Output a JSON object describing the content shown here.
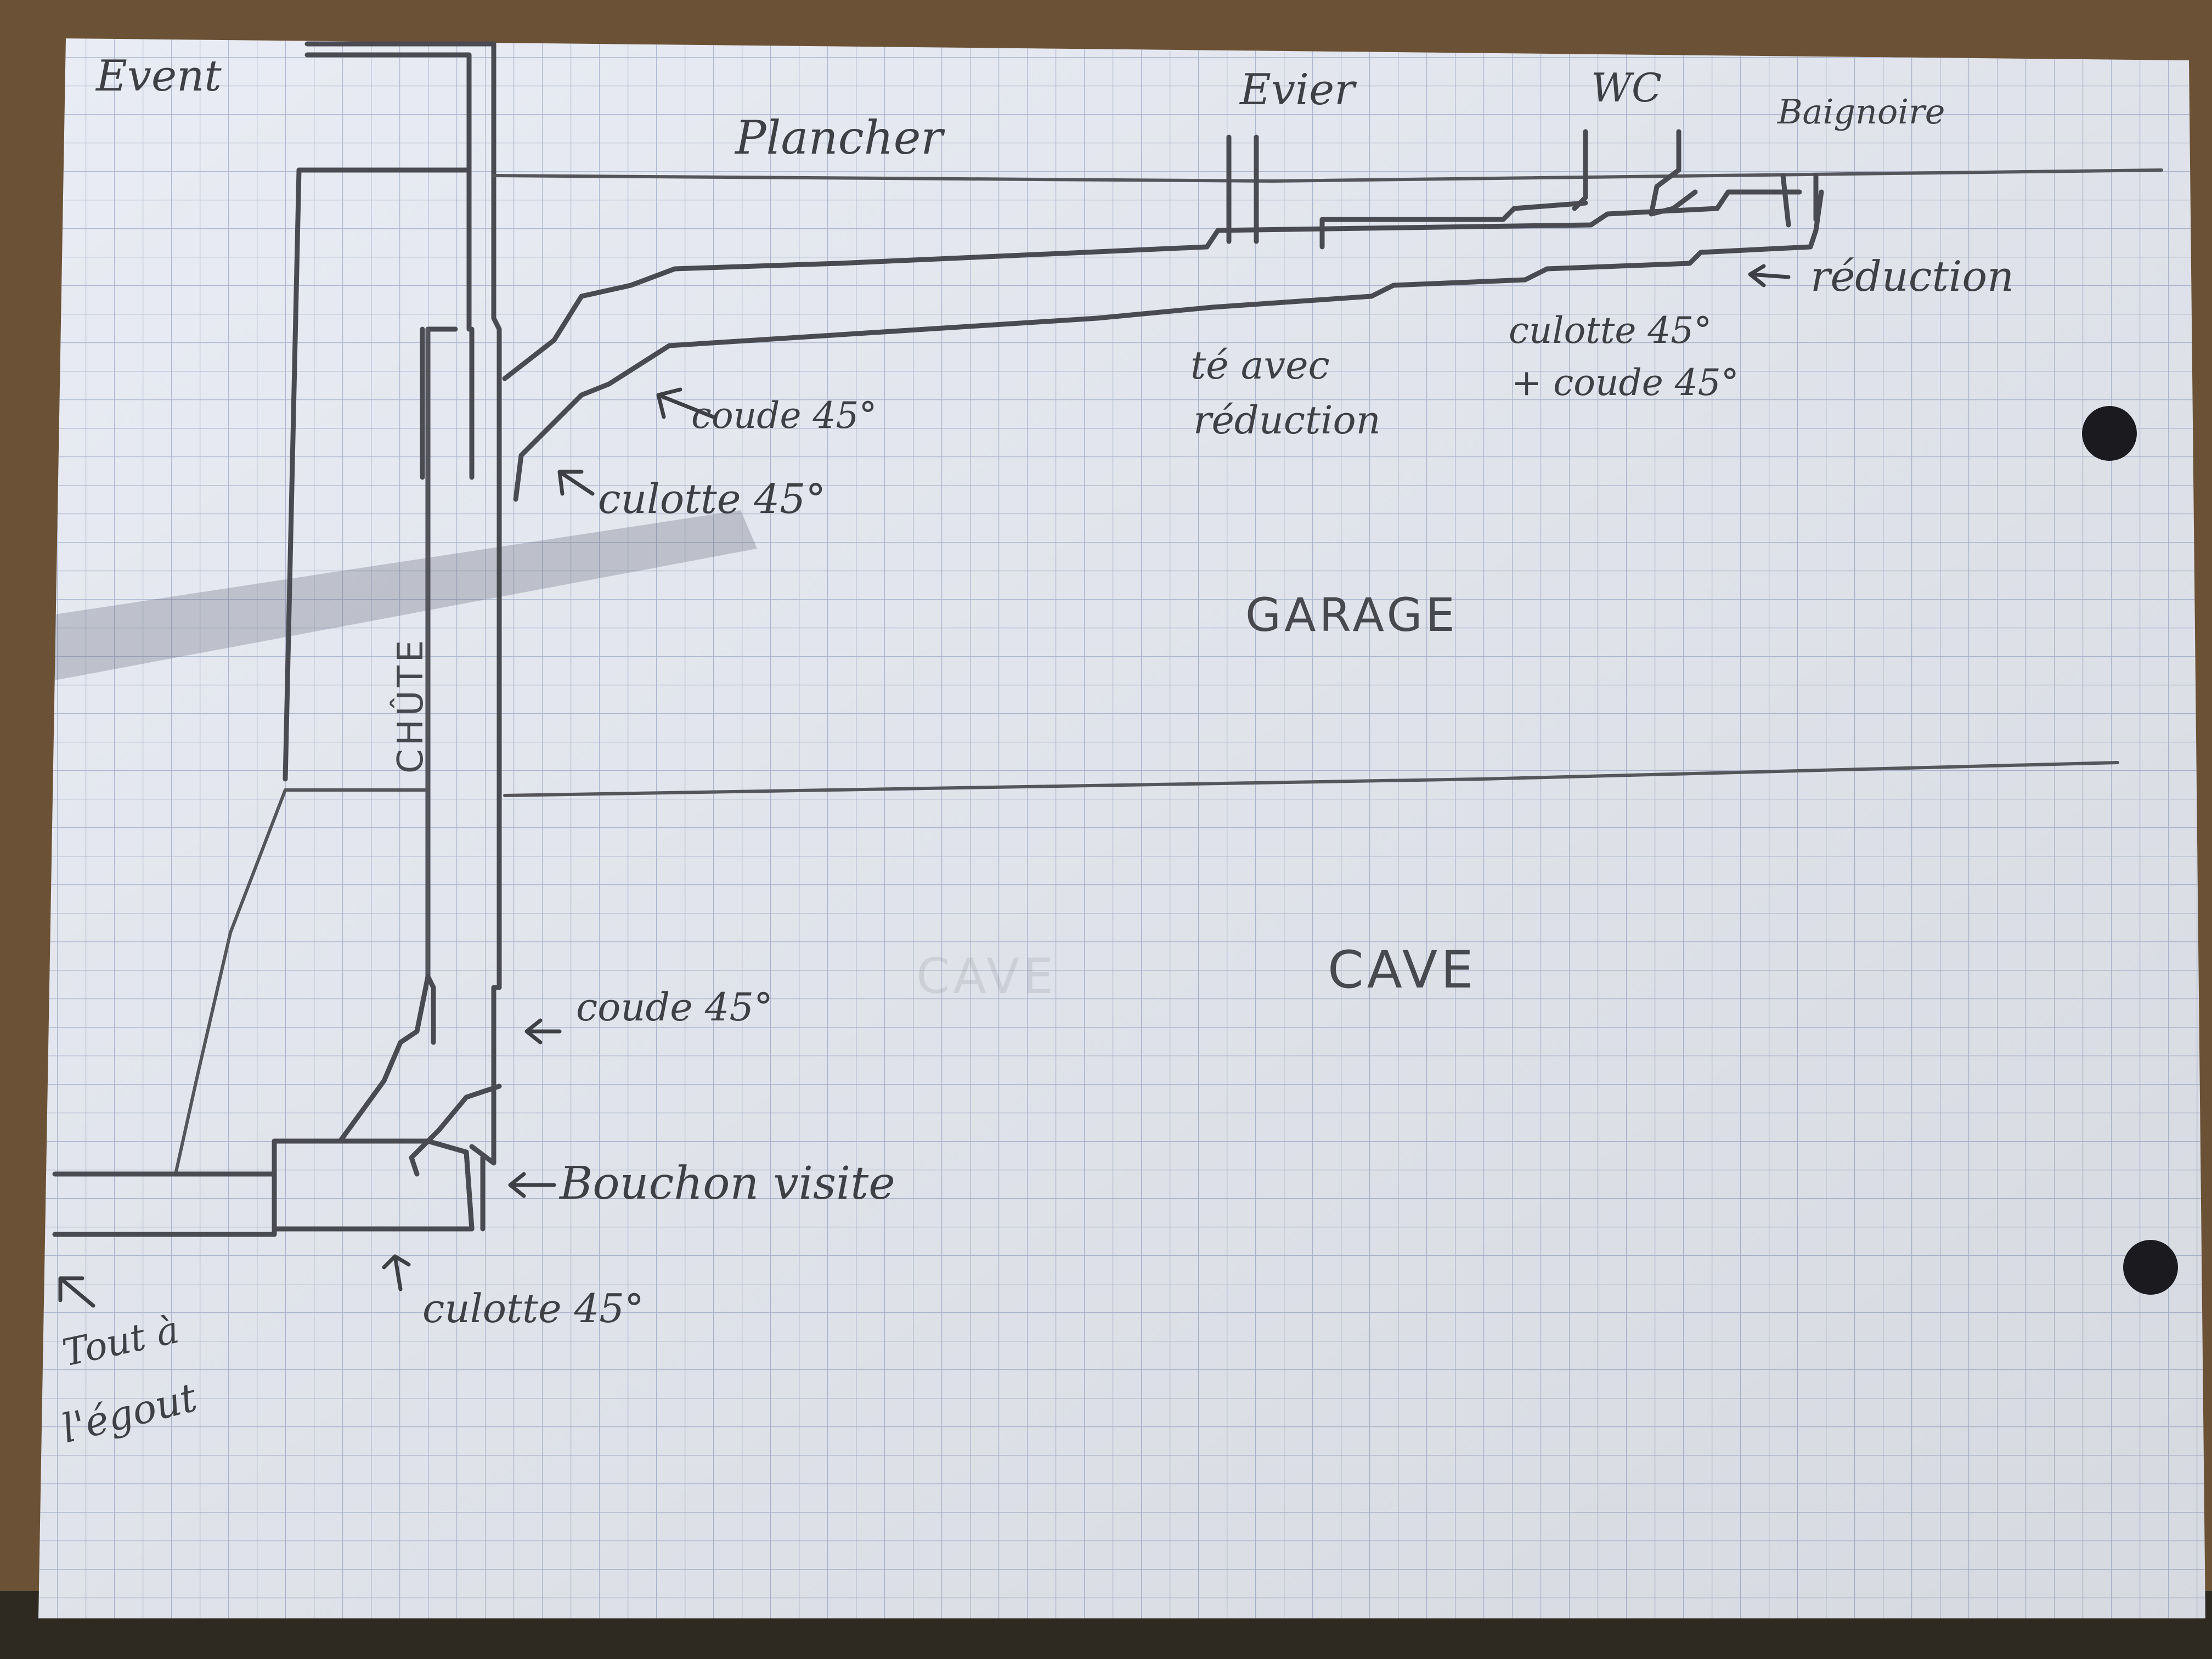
{
  "labels": {
    "event": "Event",
    "plancher": "Plancher",
    "evier": "Evier",
    "wc": "WC",
    "baignoire": "Baignoire",
    "reduction": "réduction",
    "coude45_top": "coude 45°",
    "culotte45_top": "culotte 45°",
    "te_avec_1": "té avec",
    "te_avec_2": "réduction",
    "culotte_coude_1": "culotte 45°",
    "culotte_coude_2": "+ coude 45°",
    "chute": "CHÛTE",
    "garage": "GARAGE",
    "cave": "CAVE",
    "cave_faint": "CAVE",
    "coude45_bottom": "coude 45°",
    "bouchon": "Bouchon visite",
    "culotte45_bottom": "culotte 45°",
    "tout_1": "Tout à",
    "tout_2": "l'égout"
  },
  "colors": {
    "paper": "#e9ecf4",
    "grid": "#b3bcd4",
    "pencil": "#4a4a52",
    "table": "#6b5236"
  }
}
